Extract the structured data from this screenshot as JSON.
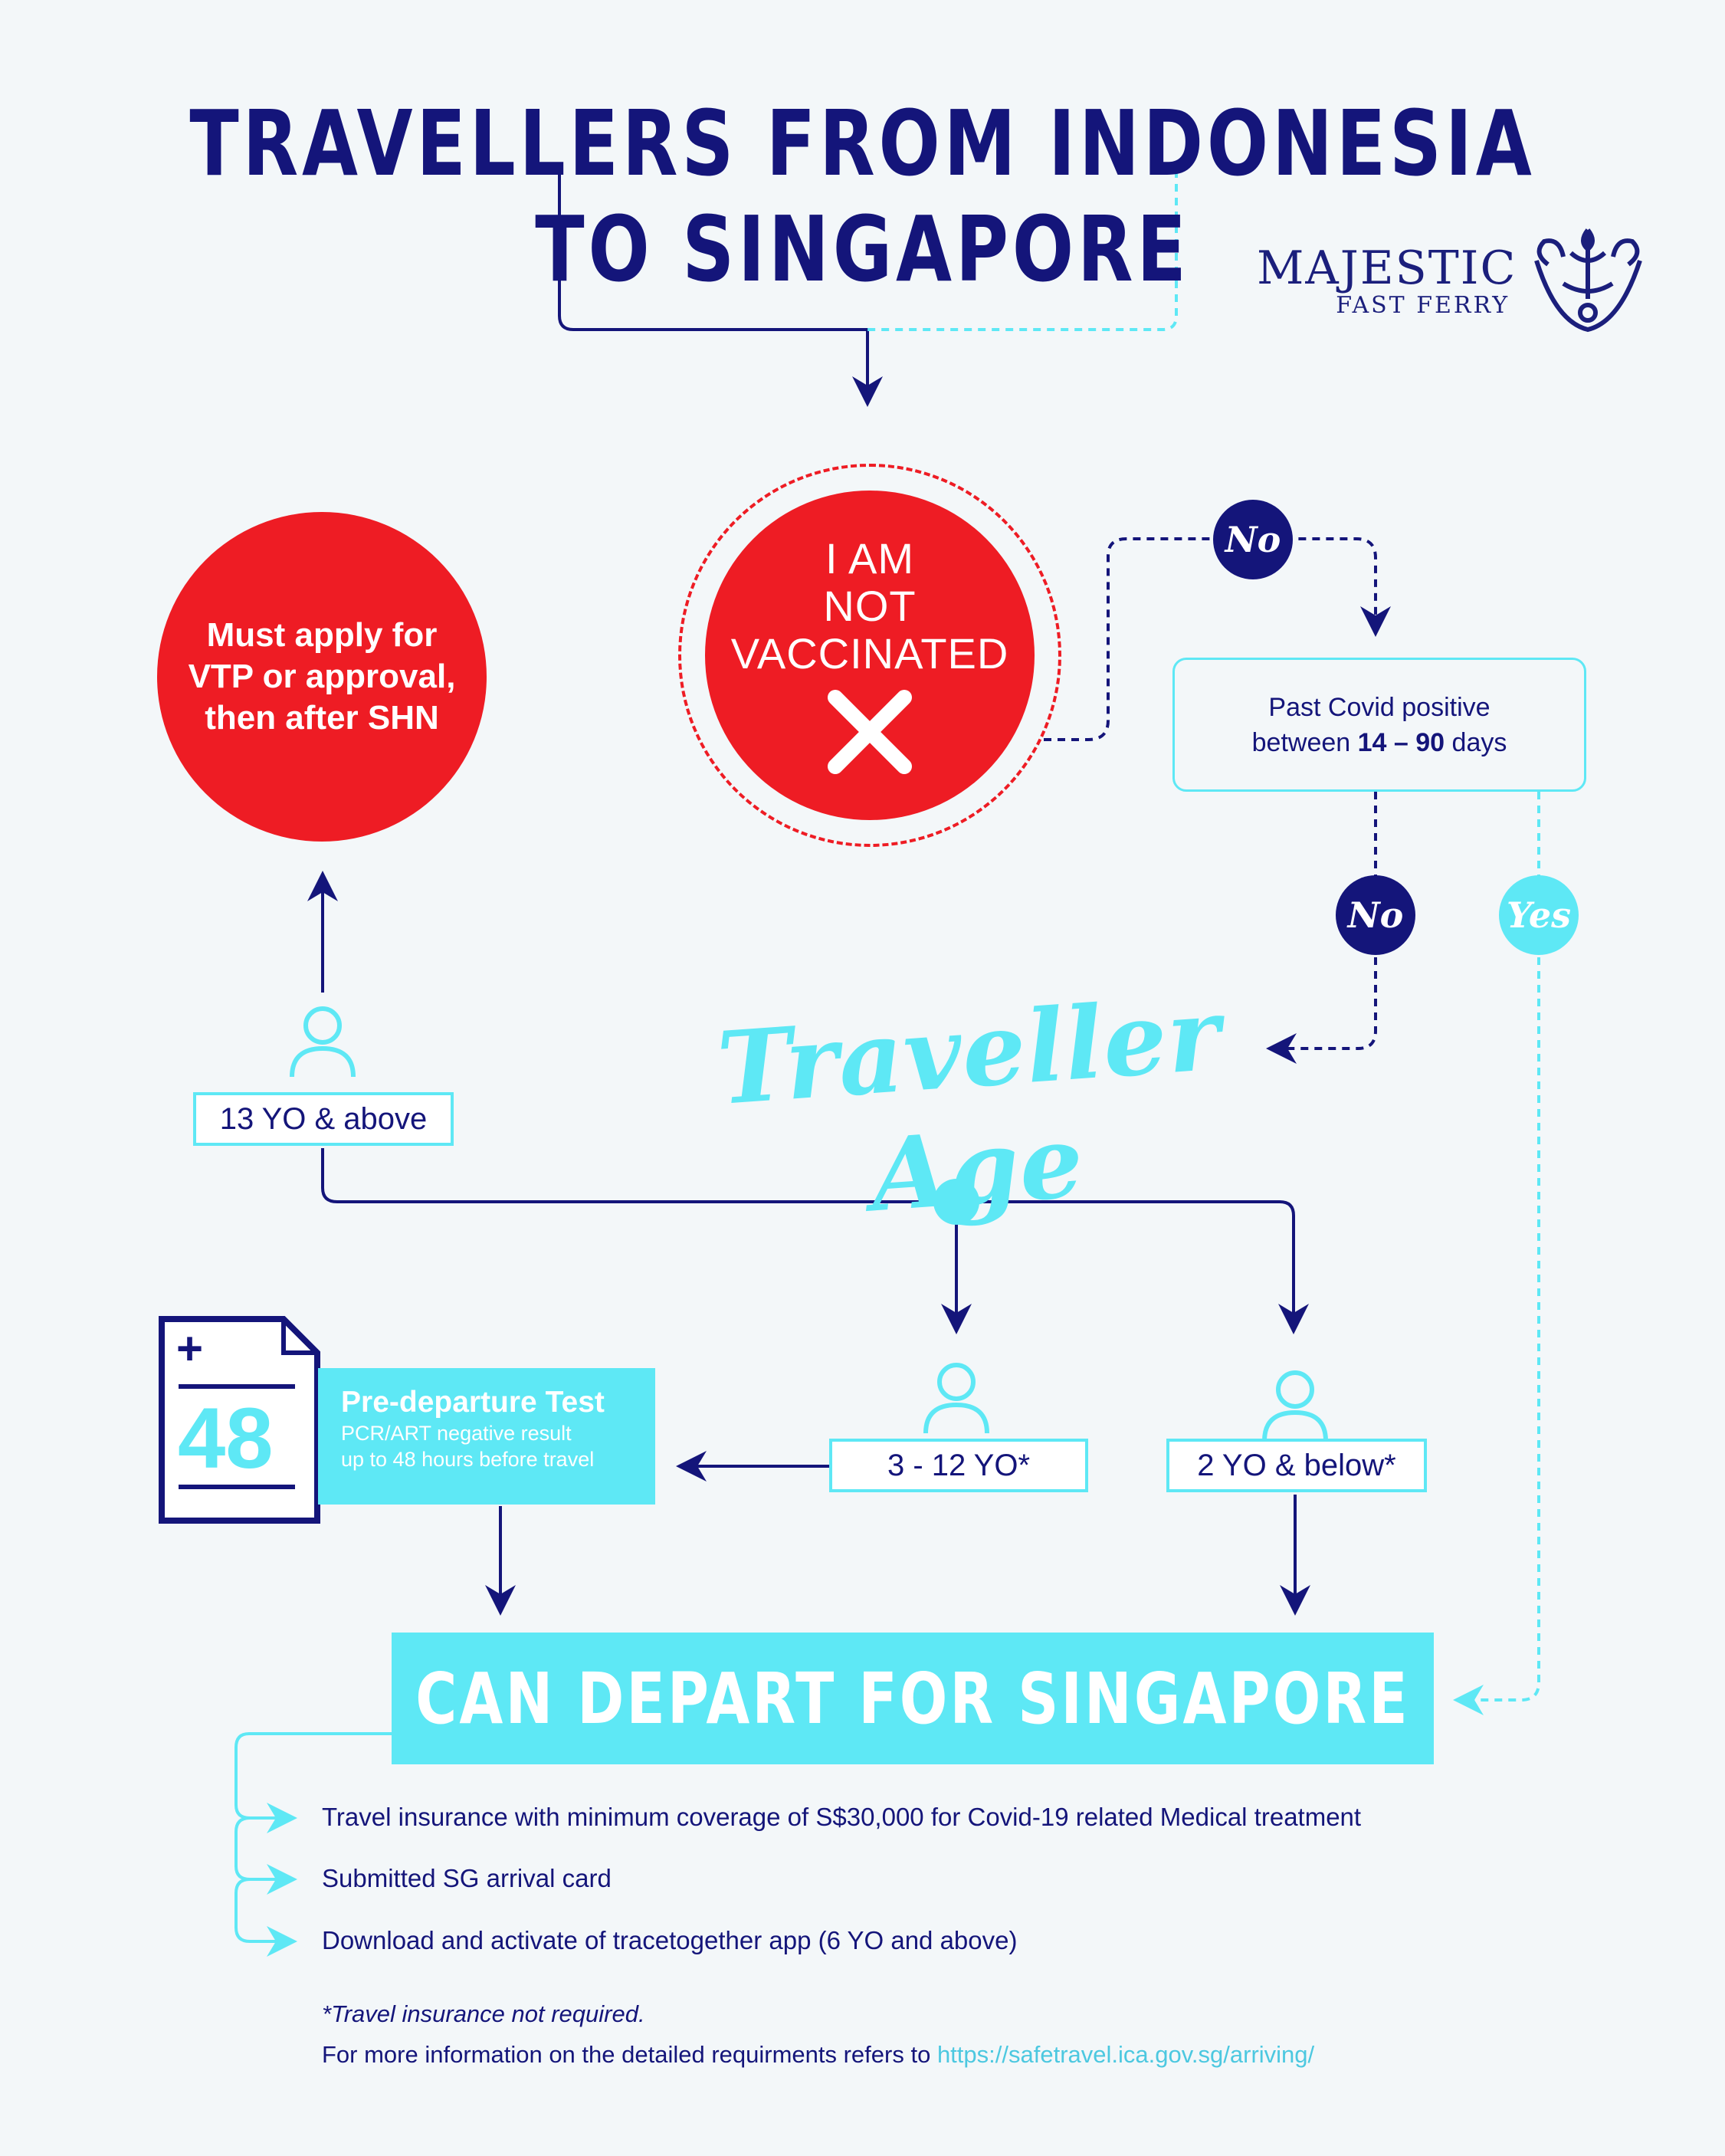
{
  "title": "TRAVELLERS FROM INDONESIA TO SINGAPORE",
  "brand": {
    "name": "MAJESTIC",
    "sub": "FAST FERRY"
  },
  "colors": {
    "navy": "#14157a",
    "cyan": "#5ee8f5",
    "red": "#ee1c24",
    "background": "#f3f7f9"
  },
  "status_node": {
    "lines": [
      "I AM",
      "NOT",
      "VACCINATED"
    ],
    "icon": "cross-icon"
  },
  "apply_node": {
    "lines": [
      "Must apply for",
      "VTP or approval,",
      "then after SHN"
    ]
  },
  "past_covid": {
    "line1": "Past Covid positive",
    "line2_prefix": "between ",
    "line2_bold": "14 – 90",
    "line2_suffix": " days"
  },
  "badges": {
    "no": "No",
    "yes": "Yes"
  },
  "age_heading": "Traveller Age",
  "age_groups": {
    "teen_adult": "13 YO & above",
    "child": "3 - 12 YO*",
    "infant": "2 YO & below*"
  },
  "test_card": {
    "number": "48",
    "plus": "+",
    "title": "Pre-departure Test",
    "line1": "PCR/ART negative result",
    "line2": "up to 48 hours before travel"
  },
  "depart": "CAN DEPART FOR SINGAPORE",
  "requirements": [
    "Travel insurance with minimum coverage of S$30,000 for Covid-19 related Medical treatment",
    "Submitted SG arrival card",
    "Download  and activate of tracetogether app (6 YO and above)"
  ],
  "footnote": "*Travel insurance not required.",
  "info": {
    "text": "For more information on the detailed requirments refers to ",
    "link": "https://safetravel.ica.gov.sg/arriving/"
  }
}
